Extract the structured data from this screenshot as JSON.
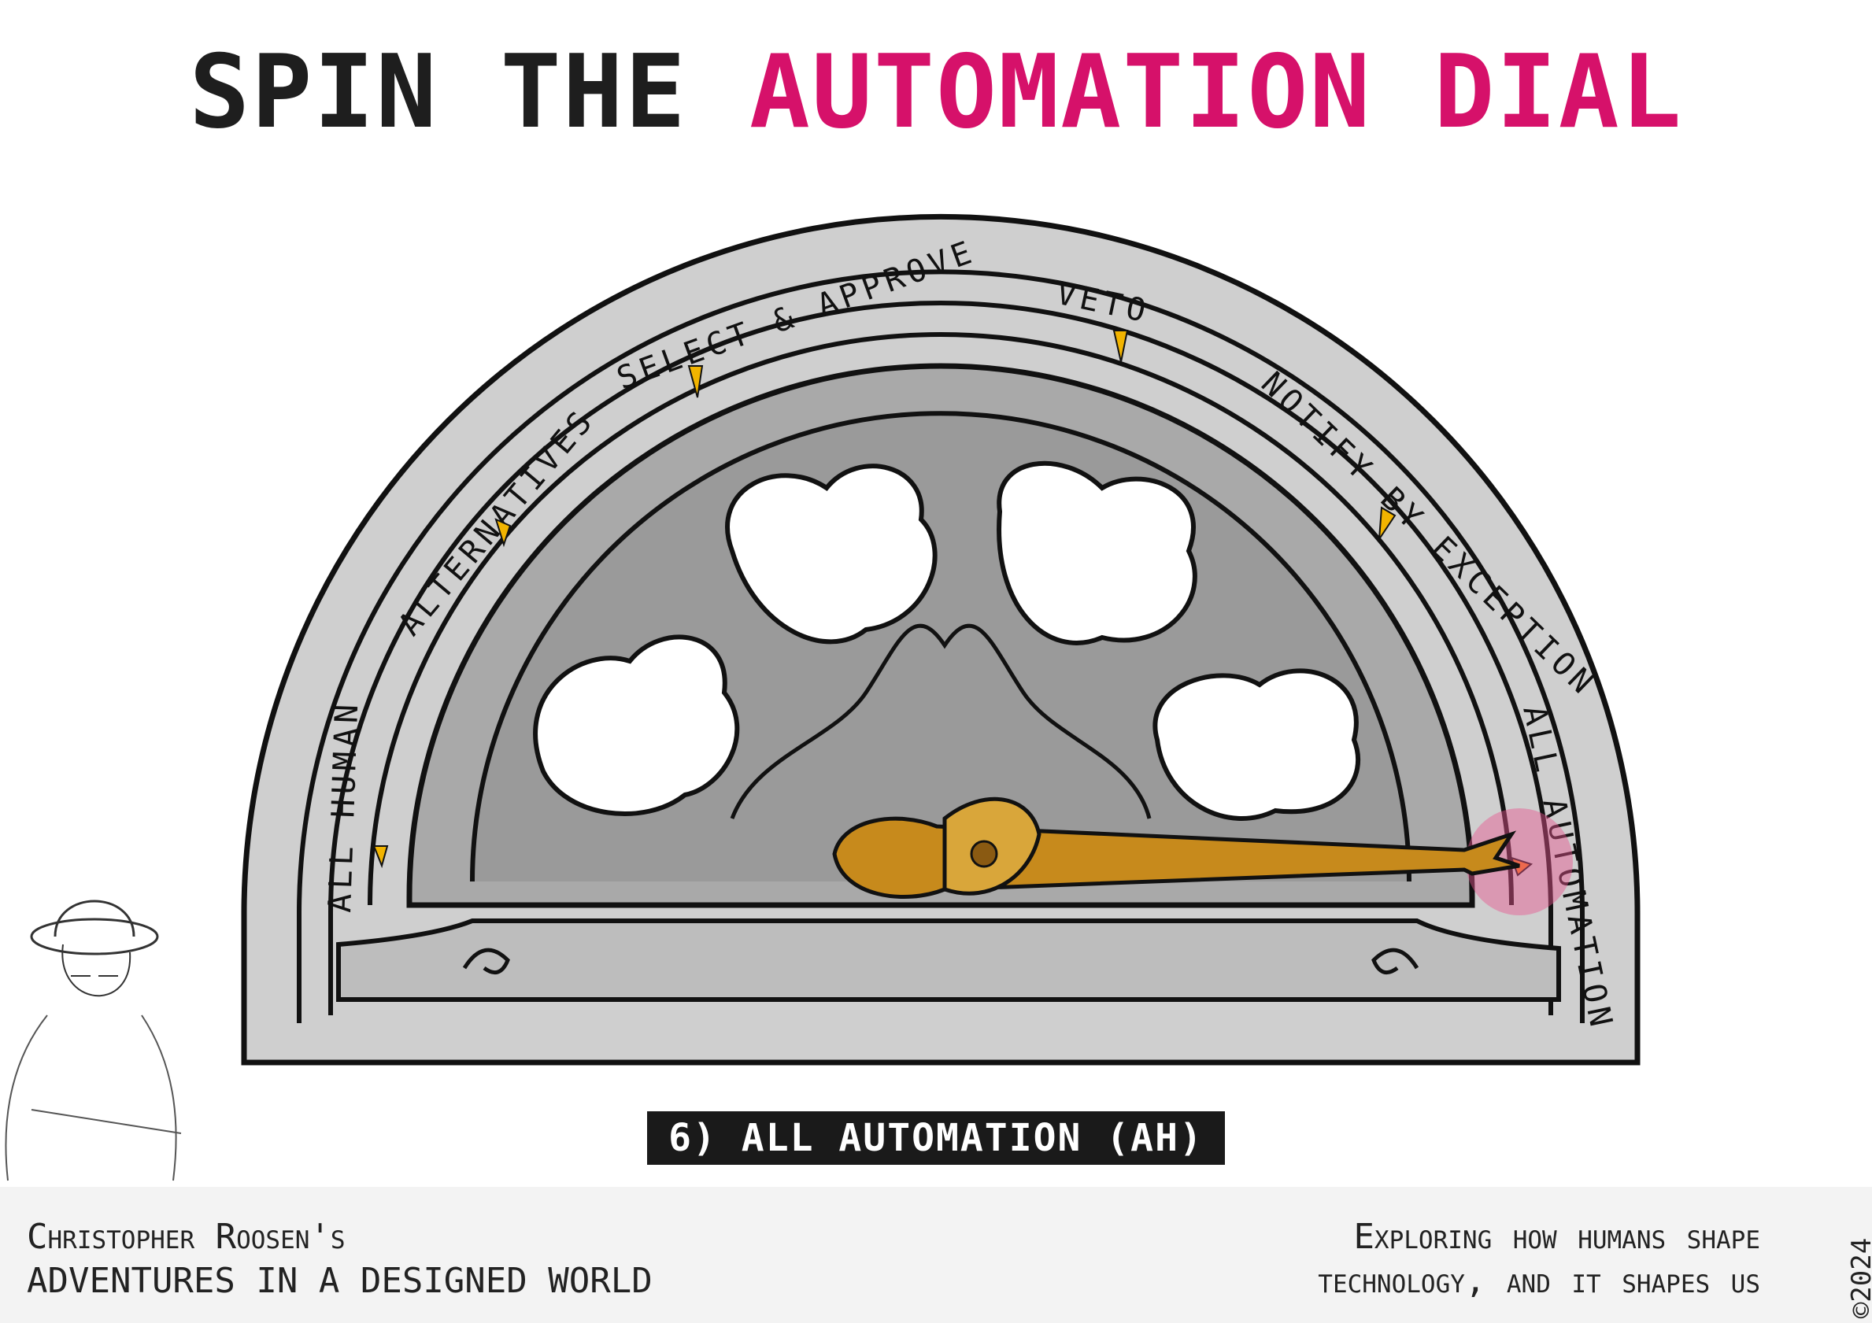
{
  "title": {
    "part1": "SPIN THE ",
    "part2": "AUTOMATION DIAL"
  },
  "dial": {
    "levels": [
      "ALL HUMAN",
      "ALTERNATIVES",
      "SELECT & APPROVE",
      "VETO",
      "NOTIFY BY EXCEPTION",
      "ALL AUTOMATION"
    ],
    "selected_level": "ALL AUTOMATION"
  },
  "badge": "6) ALL AUTOMATION (AH)",
  "footer": {
    "left_line1": "Christopher Roosen's",
    "left_line2": "ADVENTURES IN A DESIGNED WORLD",
    "right_line1": "Exploring how humans shape",
    "right_line2": "technology, and it shapes us",
    "copyright": "©2024"
  },
  "colors": {
    "accent": "#d6116a",
    "tick": "#f2b400",
    "needle": "#c78a1c",
    "stone": "#c9c9c9"
  }
}
